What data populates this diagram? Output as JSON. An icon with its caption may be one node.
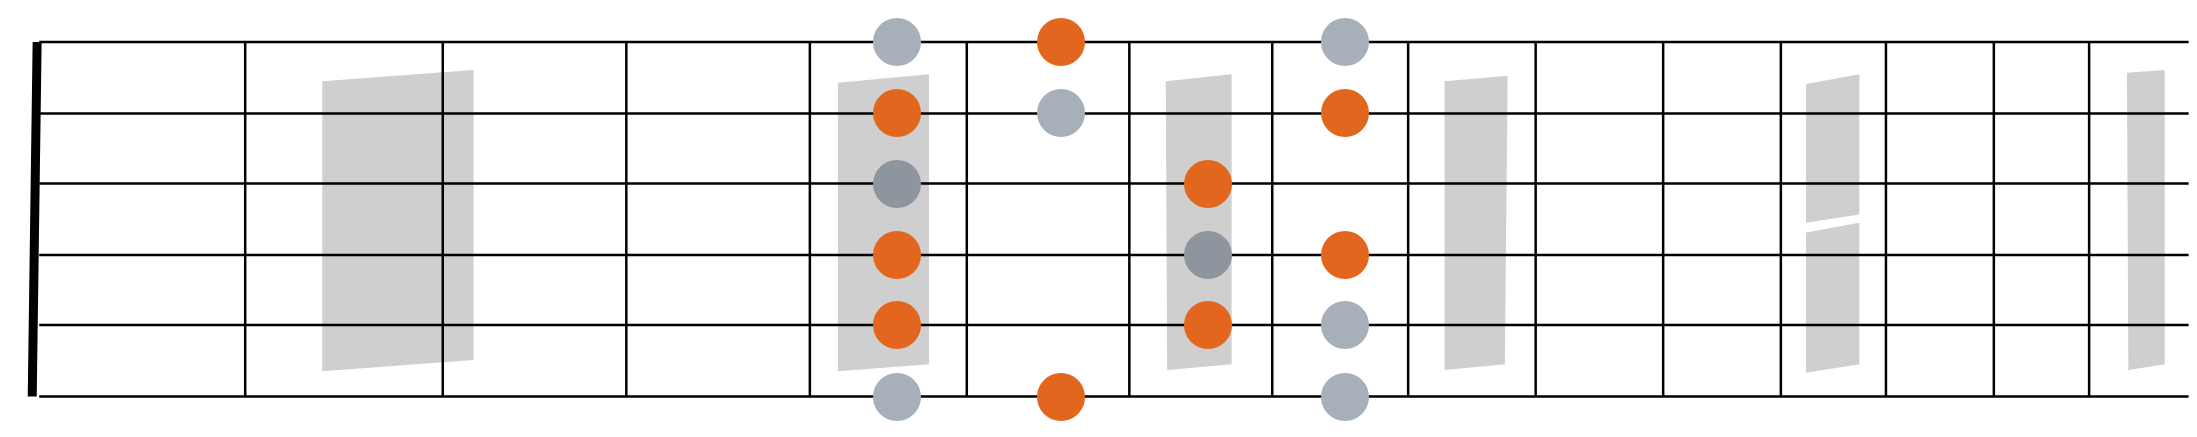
{
  "diagram": {
    "nodes": [
      {
        "text": [],
        "shape": "circle"
      },
      {
        "text": [],
        "shape": "circle"
      },
      {
        "text": [],
        "shape": "circle"
      },
      {
        "text": [],
        "shape": "circle"
      },
      {
        "text": [],
        "shape": "circle"
      },
      {
        "text": [],
        "shape": "circle"
      },
      {
        "text": [],
        "shape": "circle"
      },
      {
        "text": [],
        "shape": "circle"
      },
      {
        "text": [],
        "shape": "circle"
      },
      {
        "text": [],
        "shape": "circle"
      },
      {
        "text": [],
        "shape": "circle"
      },
      {
        "text": [],
        "shape": "circle"
      },
      {
        "text": [],
        "shape": "circle"
      },
      {
        "text": [],
        "shape": "circle"
      },
      {
        "text": [],
        "shape": "circle"
      },
      {
        "text": [],
        "shape": "circle"
      },
      {
        "text": [],
        "shape": "circle"
      }
    ]
  }
}
